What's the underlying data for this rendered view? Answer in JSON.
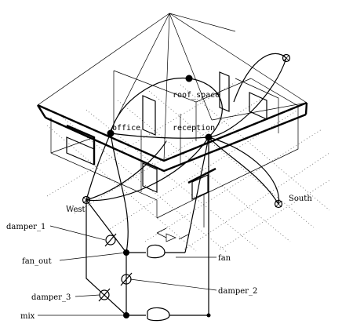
{
  "nodes": {
    "roof_space": "roof_space",
    "office": "office",
    "reception": "reception",
    "south": "South",
    "west": "West"
  },
  "components": {
    "damper_1": "damper_1",
    "fan_out": "fan_out",
    "fan": "fan",
    "damper_2": "damper_2",
    "damper_3": "damper_3",
    "mix": "mix"
  }
}
